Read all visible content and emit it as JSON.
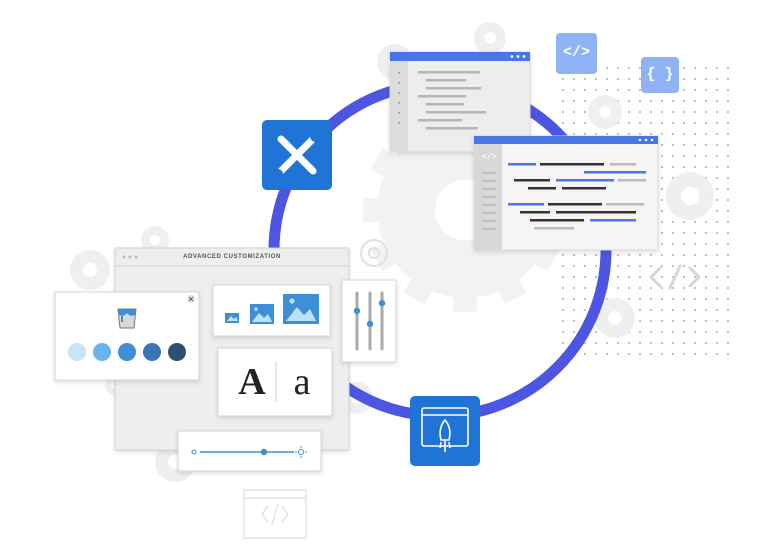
{
  "customization_window": {
    "title": "ADVANCED CUSTOMIZATION"
  },
  "typography": {
    "uppercase_sample": "A",
    "lowercase_sample": "a"
  },
  "color_swatches": [
    "#c9e3f7",
    "#6ab3ec",
    "#3f8fd6",
    "#3a77b4",
    "#2e4f73"
  ],
  "badges": {
    "html_tag": "</>",
    "json_braces": "{ }",
    "faded_tag": "</>"
  },
  "icons": {
    "tools": "wrench-screwdriver-icon",
    "deploy": "rocket-browser-icon",
    "paint": "paint-bucket-icon",
    "close": "close-icon",
    "images": "image-icon",
    "brightness": "sun-icon"
  },
  "colors": {
    "ring": "#4d55e3",
    "accent_blue": "#1f74d6",
    "badge_light": "#8fb3f5",
    "gear": "#f2f2f2",
    "window_bar": "#4a74e6"
  },
  "brightness_slider": {
    "value": 0.68
  },
  "vertical_sliders": {
    "values": [
      0.32,
      0.55,
      0.18
    ]
  }
}
